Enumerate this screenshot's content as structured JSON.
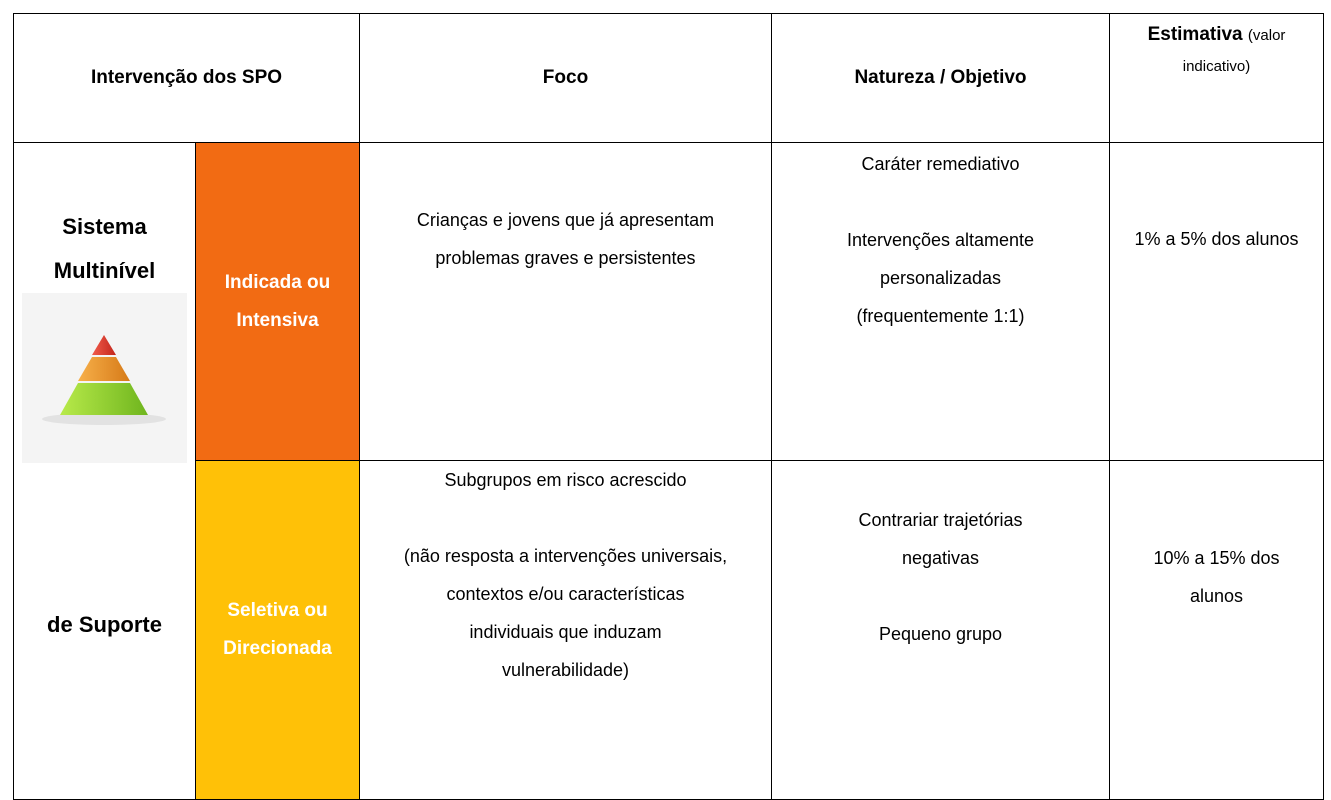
{
  "header": {
    "intervencao": "Intervenção dos SPO",
    "foco": "Foco",
    "natureza": "Natureza / Objetivo",
    "estimativa_bold": "Estimativa",
    "estimativa_rest_1": "(valor",
    "estimativa_rest_2": "indicativo)"
  },
  "sistema": {
    "line1": "Sistema",
    "line2": "Multinível",
    "line3": "de Suporte",
    "icon": "pyramid-icon"
  },
  "rows": [
    {
      "level_line1": "Indicada ou",
      "level_line2": "Intensiva",
      "level_color": "#f26b13",
      "foco_line1": "Crianças e jovens que já apresentam",
      "foco_line2": "problemas graves e persistentes",
      "natureza_line1": "Caráter remediativo",
      "natureza_line2": "Intervenções altamente",
      "natureza_line3": "personalizadas",
      "natureza_line4": "(frequentemente 1:1)",
      "estimativa": "1% a 5% dos alunos"
    },
    {
      "level_line1": "Seletiva ou",
      "level_line2": "Direcionada",
      "level_color": "#ffc107",
      "foco_line1": "Subgrupos em risco acrescido",
      "foco_line2": "(não resposta a intervenções universais,",
      "foco_line3": "contextos e/ou características",
      "foco_line4": "individuais que induzam",
      "foco_line5": "vulnerabilidade)",
      "natureza_line1": "Contrariar trajetórias",
      "natureza_line2": "negativas",
      "natureza_line3": "Pequeno grupo",
      "estimativa_line1": "10% a 15% dos",
      "estimativa_line2": "alunos"
    }
  ]
}
